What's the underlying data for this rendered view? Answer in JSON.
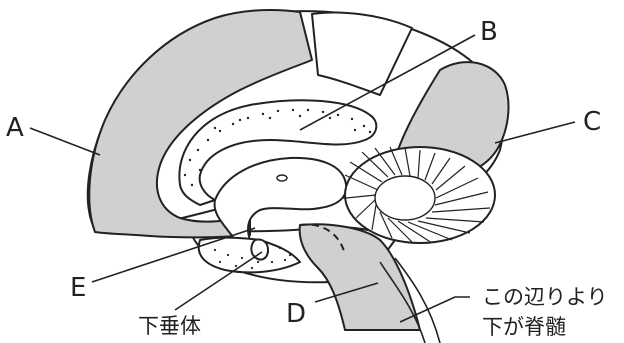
{
  "labels": {
    "a": "A",
    "b": "B",
    "c": "C",
    "d": "D",
    "e": "E",
    "pituitary": "下垂体",
    "spinal_note_line1": "この辺りより",
    "spinal_note_line2": "下が脊髄"
  },
  "colors": {
    "shaded": "#d0d0d0",
    "outline": "#222222",
    "background": "#ffffff"
  }
}
